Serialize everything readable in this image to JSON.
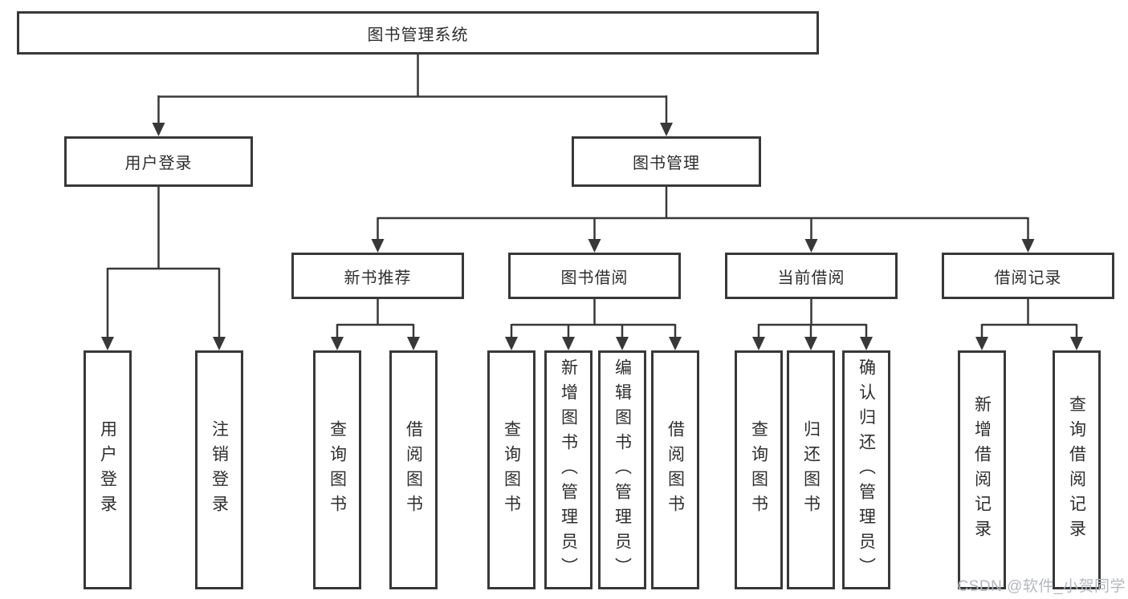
{
  "diagram": {
    "root": {
      "label": "图书管理系统"
    },
    "branches": [
      {
        "label": "用户登录",
        "children": [
          {
            "label": "用户登录"
          },
          {
            "label": "注销登录"
          }
        ]
      },
      {
        "label": "图书管理",
        "sections": [
          {
            "label": "新书推荐",
            "children": [
              {
                "label": "查询图书"
              },
              {
                "label": "借阅图书"
              }
            ]
          },
          {
            "label": "图书借阅",
            "children": [
              {
                "label": "查询图书"
              },
              {
                "label": "新增图书（管理员）"
              },
              {
                "label": "编辑图书（管理员）"
              },
              {
                "label": "借阅图书"
              }
            ]
          },
          {
            "label": "当前借阅",
            "children": [
              {
                "label": "查询图书"
              },
              {
                "label": "归还图书"
              },
              {
                "label": "确认归还（管理员）"
              }
            ]
          },
          {
            "label": "借阅记录",
            "children": [
              {
                "label": "新增借阅记录"
              },
              {
                "label": "查询借阅记录"
              }
            ]
          }
        ]
      }
    ]
  },
  "watermark": "CSDN @软件_小贺同学",
  "colors": {
    "line": "#383838",
    "text": "#2e2e2e",
    "background": "#ffffff",
    "watermark": "#b4b8be"
  }
}
